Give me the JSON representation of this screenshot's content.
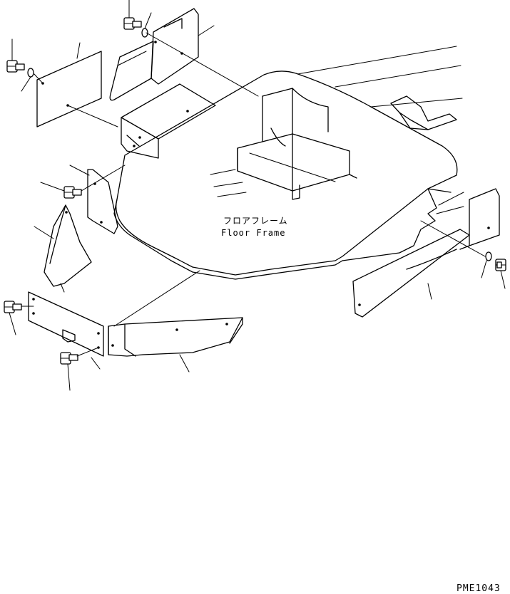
{
  "diagram": {
    "label_jp": "フロアフレーム",
    "label_en": "Floor Frame",
    "drawing_code": "PME1043"
  }
}
